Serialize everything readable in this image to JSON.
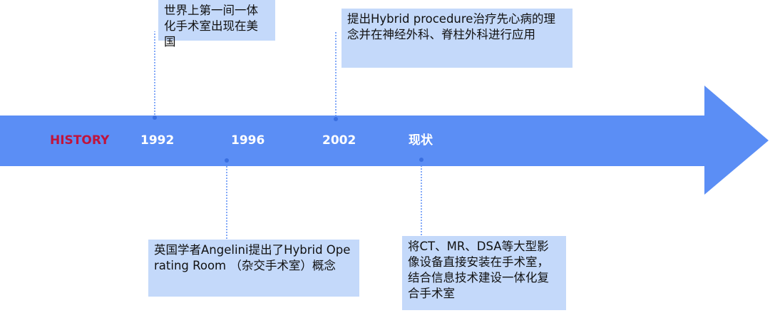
{
  "timeline": {
    "history_label": "HISTORY",
    "colors": {
      "arrow": "#5b8ef5",
      "history_text": "#c0143c",
      "year_text": "#ffffff",
      "note_bg": "#c4d9fa",
      "connector": "#5b8ef5"
    },
    "events": [
      {
        "label": "1992",
        "text": "世界上第一间一体化手术室出现在美国"
      },
      {
        "label": "1996",
        "text": "英国学者Angelini提出了Hybrid Operating Room （杂交手术室）概念"
      },
      {
        "label": "2002",
        "text": "提出Hybrid procedure治疗先心病的理念并在神经外科、脊柱外科进行应用"
      },
      {
        "label": "现状",
        "text": "将CT、MR、DSA等大型影像设备直接安装在手术室，结合信息技术建设一体化复合手术室"
      }
    ]
  }
}
